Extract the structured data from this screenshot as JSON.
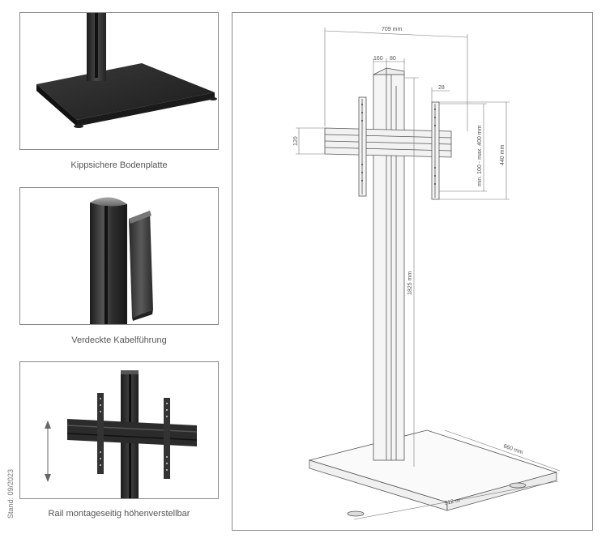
{
  "captions": {
    "base_plate": "Kippsichere Bodenplatte",
    "cable": "Verdeckte Kabelführung",
    "rail": "Rail montageseitig höhenverstellbar"
  },
  "stand_date": "Stand: 09/2023",
  "dimensions": {
    "top_width": "709 mm",
    "col_a": "160",
    "col_b": "80",
    "bracket_depth": "28",
    "rail_height": "120",
    "vesa_range": "min. 100 - max. 400 mm",
    "bracket_height": "440 mm",
    "total_height": "1825 mm",
    "base_depth": "660 mm",
    "base_width": "912 m"
  },
  "colors": {
    "metal_dark": "#2a2a2a",
    "metal_mid": "#4a4a4a",
    "line_art": "#555555",
    "frame": "#8a8a8a"
  }
}
